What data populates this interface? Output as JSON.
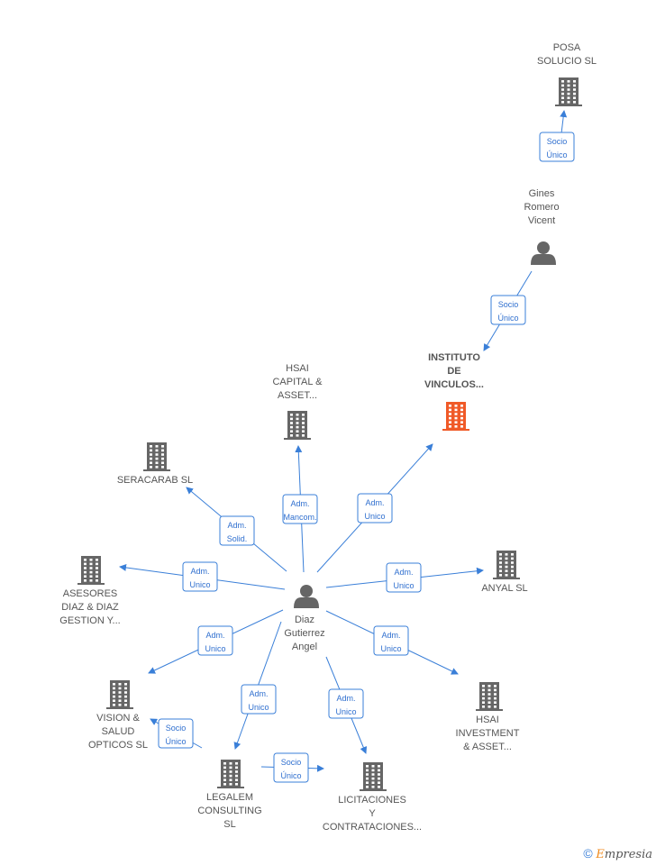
{
  "colors": {
    "node": "#666666",
    "focus_node": "#f05a28",
    "edge": "#3a7fd8",
    "text": "#555555"
  },
  "nodes": [
    {
      "id": "posa",
      "kind": "company",
      "lines": [
        "POSA",
        "SOLUCIO  SL"
      ]
    },
    {
      "id": "gines",
      "kind": "person",
      "lines": [
        "Gines",
        "Romero",
        "Vicent"
      ]
    },
    {
      "id": "instituto",
      "kind": "company-focus",
      "lines": [
        "INSTITUTO",
        "DE",
        "VINCULOS..."
      ]
    },
    {
      "id": "hsai_cap",
      "kind": "company",
      "lines": [
        "HSAI",
        "CAPITAL &",
        "ASSET..."
      ]
    },
    {
      "id": "seracarab",
      "kind": "company",
      "lines": [
        "SERACARAB  SL"
      ]
    },
    {
      "id": "asesores",
      "kind": "company",
      "lines": [
        "ASESORES",
        "DIAZ & DIAZ",
        "GESTION Y..."
      ]
    },
    {
      "id": "anyal",
      "kind": "company",
      "lines": [
        "ANYAL SL"
      ]
    },
    {
      "id": "diaz",
      "kind": "person",
      "lines": [
        "Diaz",
        "Gutierrez",
        "Angel"
      ]
    },
    {
      "id": "vision",
      "kind": "company",
      "lines": [
        "VISION &",
        "SALUD",
        "OPTICOS  SL"
      ]
    },
    {
      "id": "hsai_inv",
      "kind": "company",
      "lines": [
        "HSAI",
        "INVESTMENT",
        "& ASSET..."
      ]
    },
    {
      "id": "legalem",
      "kind": "company",
      "lines": [
        "LEGALEM",
        "CONSULTING",
        "SL"
      ]
    },
    {
      "id": "licitaciones",
      "kind": "company",
      "lines": [
        "LICITACIONES",
        "Y",
        "CONTRATACIONES..."
      ]
    }
  ],
  "edges": [
    {
      "from": "gines",
      "to": "posa",
      "lines": [
        "Socio",
        "Único"
      ]
    },
    {
      "from": "gines",
      "to": "instituto",
      "lines": [
        "Socio",
        "Único"
      ]
    },
    {
      "from": "diaz",
      "to": "hsai_cap",
      "lines": [
        "Adm.",
        "Mancom."
      ]
    },
    {
      "from": "diaz",
      "to": "instituto",
      "lines": [
        "Adm.",
        "Unico"
      ]
    },
    {
      "from": "diaz",
      "to": "seracarab",
      "lines": [
        "Adm.",
        "Solid."
      ]
    },
    {
      "from": "diaz",
      "to": "asesores",
      "lines": [
        "Adm.",
        "Unico"
      ]
    },
    {
      "from": "diaz",
      "to": "anyal",
      "lines": [
        "Adm.",
        "Unico"
      ]
    },
    {
      "from": "diaz",
      "to": "vision",
      "lines": [
        "Adm.",
        "Unico"
      ]
    },
    {
      "from": "diaz",
      "to": "hsai_inv",
      "lines": [
        "Adm.",
        "Unico"
      ]
    },
    {
      "from": "diaz",
      "to": "legalem",
      "lines": [
        "Adm.",
        "Unico"
      ]
    },
    {
      "from": "diaz",
      "to": "licitaciones",
      "lines": [
        "Adm.",
        "Unico"
      ]
    },
    {
      "from": "legalem",
      "to": "vision",
      "lines": [
        "Socio",
        "Único"
      ]
    },
    {
      "from": "legalem",
      "to": "licitaciones",
      "lines": [
        "Socio",
        "Único"
      ]
    }
  ],
  "footer": {
    "copyright": "©",
    "brand_initial": "E",
    "brand_rest": "mpresia"
  }
}
